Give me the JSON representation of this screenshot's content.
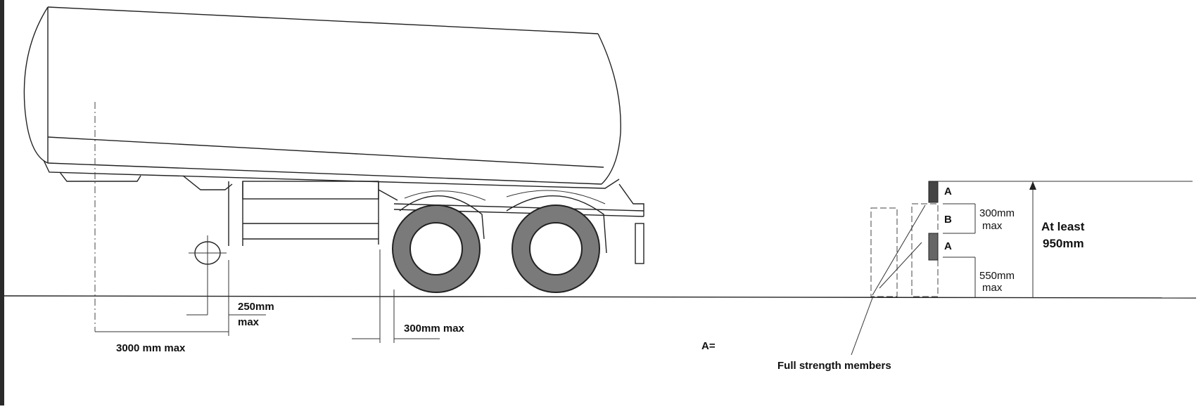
{
  "labels": {
    "rear_overhang": "250mm",
    "rear_overhang_unit": "max",
    "front_distance": "3000 mm max",
    "wheel_gap": "300mm max",
    "a_top": "A",
    "b_mid": "B",
    "a_low": "A",
    "b_gap": "300mm",
    "b_gap_unit": "max",
    "ground_gap": "550mm",
    "ground_gap_unit": "max",
    "height_min_1": "At least",
    "height_min_2": "950mm",
    "a_equals": "A=",
    "members": "Full strength members"
  }
}
